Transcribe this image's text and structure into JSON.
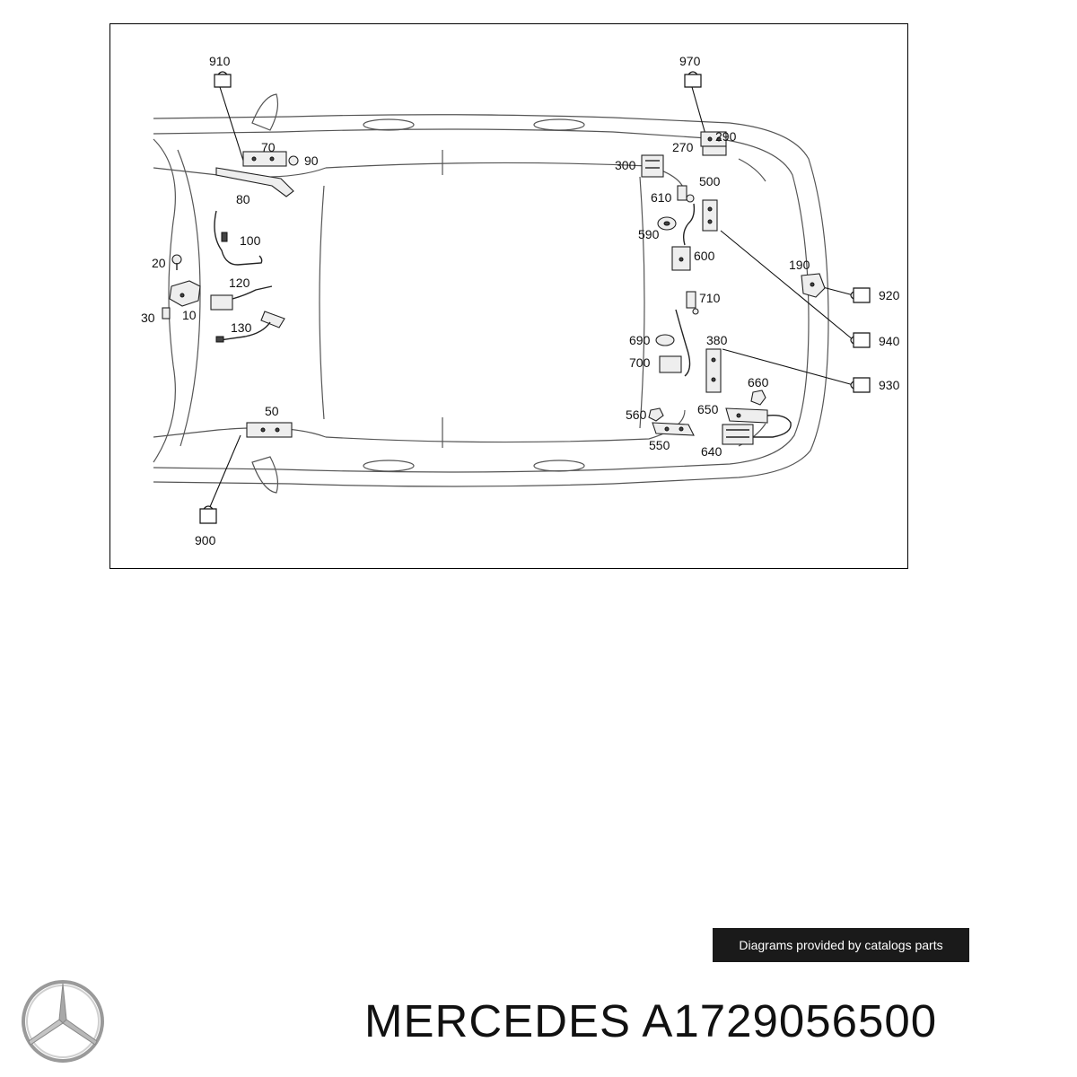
{
  "diagram": {
    "part_labels": {
      "p910": "910",
      "p970": "970",
      "p70": "70",
      "p90": "90",
      "p80": "80",
      "p290": "290",
      "p270": "270",
      "p300": "300",
      "p500": "500",
      "p610": "610",
      "p590": "590",
      "p600": "600",
      "p100": "100",
      "p20": "20",
      "p120": "120",
      "p30": "30",
      "p10": "10",
      "p130": "130",
      "p190": "190",
      "p920": "920",
      "p710": "710",
      "p940": "940",
      "p690": "690",
      "p380": "380",
      "p700": "700",
      "p930": "930",
      "p660": "660",
      "p650": "650",
      "p560": "560",
      "p50": "50",
      "p550": "550",
      "p640": "640",
      "p900": "900"
    }
  },
  "footer": {
    "credit": "Diagrams provided by catalogs parts",
    "brand_title": "MERCEDES A1729056500",
    "logo_icon": "mercedes-star-icon"
  }
}
